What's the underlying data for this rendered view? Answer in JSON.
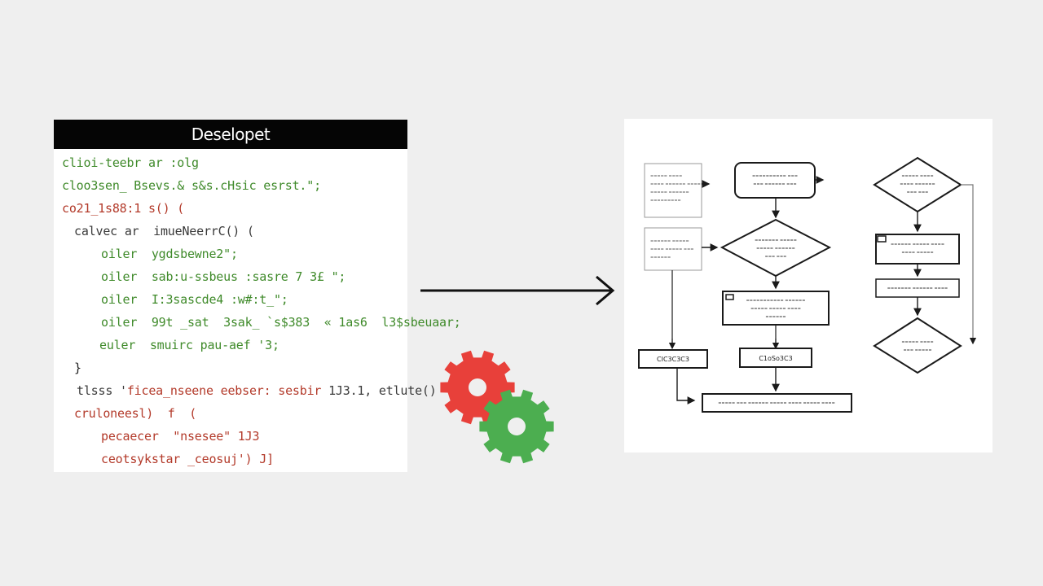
{
  "code_panel": {
    "title": "Deselopet",
    "lines": [
      {
        "segments": [
          {
            "text": "clioi-teebr ar :olg",
            "color": "#3f8a2a"
          }
        ]
      },
      {
        "segments": [
          {
            "text": "cloo3sen_ Bsevs.& s&s.cHsic esrst.\";",
            "color": "#3f8a2a"
          }
        ]
      },
      {
        "segments": [
          {
            "text": "co21_1s88:1 s() (",
            "color": "#b33a2a"
          }
        ]
      },
      {
        "segments": [
          {
            "text": "calvec ar  imueNeerrC() (",
            "color": "#3a3a3a"
          }
        ]
      },
      {
        "segments": [
          {
            "text": "oiler  ygdsbewne2\";",
            "color": "#3f8a2a"
          }
        ]
      },
      {
        "segments": [
          {
            "text": "oiler  sab:u-ssbeus :sasre 7 3£ \";",
            "color": "#3f8a2a"
          }
        ]
      },
      {
        "segments": [
          {
            "text": "oiler  I:3sascde4 :w#:t_\";",
            "color": "#3f8a2a"
          }
        ]
      },
      {
        "segments": [
          {
            "text": "oiler  99t _sat  3sak_ `s$383  « 1as6  l3$sbeuaar;",
            "color": "#3f8a2a"
          }
        ]
      },
      {
        "segments": [
          {
            "text": "euler  smuirc pau-aef '3;",
            "color": "#3f8a2a"
          }
        ]
      },
      {
        "segments": [
          {
            "text": "}",
            "color": "#222222"
          }
        ]
      },
      {
        "segments": [
          {
            "text": "tlsss '",
            "color": "#3a3a3a"
          },
          {
            "text": "ficea_nseene eebser: sesbir ",
            "color": "#b33a2a"
          },
          {
            "text": "1J3.1, ",
            "color": "#3a3a3a"
          },
          {
            "text": "etlute()",
            "color": "#3a3a3a"
          }
        ]
      },
      {
        "segments": [
          {
            "text": "cruloneesl)  f  (",
            "color": "#b33a2a"
          }
        ]
      },
      {
        "segments": [
          {
            "text": "pecaecer  \"nsesee\" 1J3",
            "color": "#b33a2a"
          }
        ]
      },
      {
        "segments": [
          {
            "text": "ceotsykstar _ceosuj') J]",
            "color": "#b33a2a"
          }
        ]
      }
    ]
  },
  "flowchart": {
    "left_column": {
      "note_1": [
        "=====  ====",
        "==== ====== ====",
        "===== ======",
        "========="
      ],
      "note_2": [
        "====== =====",
        "==== ===== ===",
        "======"
      ],
      "terminal": "CIC3C3C3"
    },
    "middle_column": {
      "start": [
        "========== ===",
        "=== ====== ==="
      ],
      "decision": [
        "======= =====",
        "===== ======",
        "=== ==="
      ],
      "process": [
        "=========== ======",
        "===== ===== ====",
        "======"
      ],
      "terminal": "C1oSo3C3",
      "end": "===== === ====== ===== ==== ===== ===="
    },
    "right_column": {
      "decision_top": [
        "===== ====",
        "==== ======",
        "=== ==="
      ],
      "process_1": [
        "====== ===== ====",
        "==== ====="
      ],
      "process_2": "======= ====== ====",
      "decision_bottom": [
        "===== ====",
        "=== ====="
      ]
    }
  },
  "colors": {
    "background": "#efefef",
    "code_green": "#3f8a2a",
    "code_red": "#b33a2a",
    "gear_red": "#e8403a",
    "gear_green": "#4cae50",
    "line": "#1a1a1a"
  },
  "icons": [
    "gear-icon-red",
    "gear-icon-green",
    "right-arrow-icon"
  ]
}
